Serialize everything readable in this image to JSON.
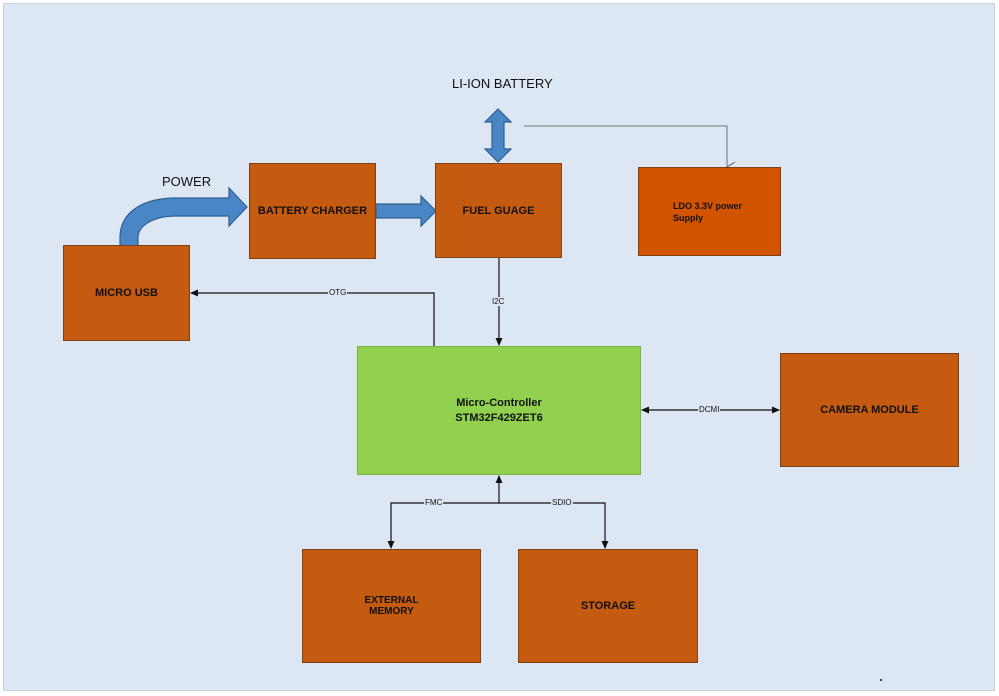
{
  "colors": {
    "block": "#c55a11",
    "block_ldo": "#d35400",
    "mcu": "#92d050",
    "background": "#dde7f3",
    "arrow_fill": "#4a86c5",
    "wire": "#111111"
  },
  "headings": {
    "li_ion_battery": "LI-ION BATTERY",
    "power": "POWER"
  },
  "blocks": {
    "micro_usb": "MICRO USB",
    "battery_charger": "BATTERY CHARGER",
    "fuel_gauge": "FUEL GUAGE",
    "ldo": "LDO 3.3V power\nSupply",
    "mcu": "Micro-Controller\nSTM32F429ZET6",
    "camera_module": "CAMERA MODULE",
    "external_memory": "EXTERNAL\nMEMORY",
    "storage": "STORAGE"
  },
  "connections": {
    "otg": "OTG",
    "i2c": "I2C",
    "dcmi": "DCMI",
    "fmc": "FMC",
    "sdio": "SDIO"
  }
}
